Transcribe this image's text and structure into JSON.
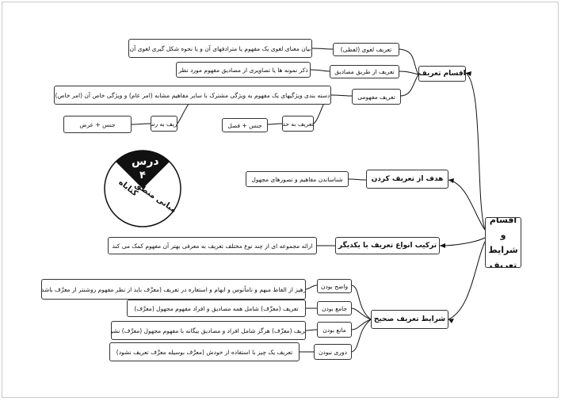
{
  "root": {
    "label": "اقسام و شرایط تعریف"
  },
  "types": {
    "title": "اقسام تعریف",
    "lexical": {
      "label": "تعریف لغوی (لفظی)",
      "desc": "بیان معنای لغوی یک مفهوم یا مترادفهای آن و یا نحوه شکل گیری لغوی آن"
    },
    "by_instances": {
      "label": "تعریف از طریق مصادیق",
      "desc": "ذکر نمونه ها یا تصاویری از مصادیق مفهوم مورد نظر"
    },
    "conceptual": {
      "label": "تعریف مفهومی",
      "desc": "دسته بندی ویژگیهای یک مفهوم به ویژگی مشترک با سایر مفاهیم مشابه (امر عام) و ویژگی خاص آن (امر خاص)"
    },
    "by_definition": {
      "label": "تعریف به حد",
      "formula": "جنس + فصل"
    },
    "by_description": {
      "label": "تعریف به رسم",
      "formula": "جنس + عرض"
    }
  },
  "goal": {
    "title": "هدف از تعریف کردن",
    "desc": "شناساندن مفاهیم و تصورهای مجهول"
  },
  "combination": {
    "title": "ترکیب انواع تعریف با یکدیگر",
    "desc": "ارائه مجموعه ای از چند نوع مختلف تعریف به معرفی بهتر آن مفهوم کمک می کند"
  },
  "conditions": {
    "title": "شرایط تعریف صحیح",
    "items": [
      {
        "label": "واضح بودن",
        "desc": "پرهیز از الفاظ مبهم و نامأنوس و ابهام و استعاره در تعریف (معرِّف باید از نظر مفهوم روشنتر از معرَّف باشد)"
      },
      {
        "label": "جامع بودن",
        "desc": "تعریف (معرِّف) شامل همه مصادیق و افراد مفهوم مجهول (معرَّف)"
      },
      {
        "label": "مانع بودن",
        "desc": "تعریف (معرِّف) هرگز شامل افراد و مصادیق بیگانه با مفهوم مجهول (معرَّف) نشود"
      },
      {
        "label": "دوری نبودن",
        "desc": "تعریف یک چیز با استفاده از خودش (معرَّف بوسیله معرِّف تعریف نشود)"
      }
    ]
  },
  "badge": {
    "lesson": "درس",
    "number": "۴",
    "book": "کتاباه",
    "subject": "مبانی منطق"
  }
}
